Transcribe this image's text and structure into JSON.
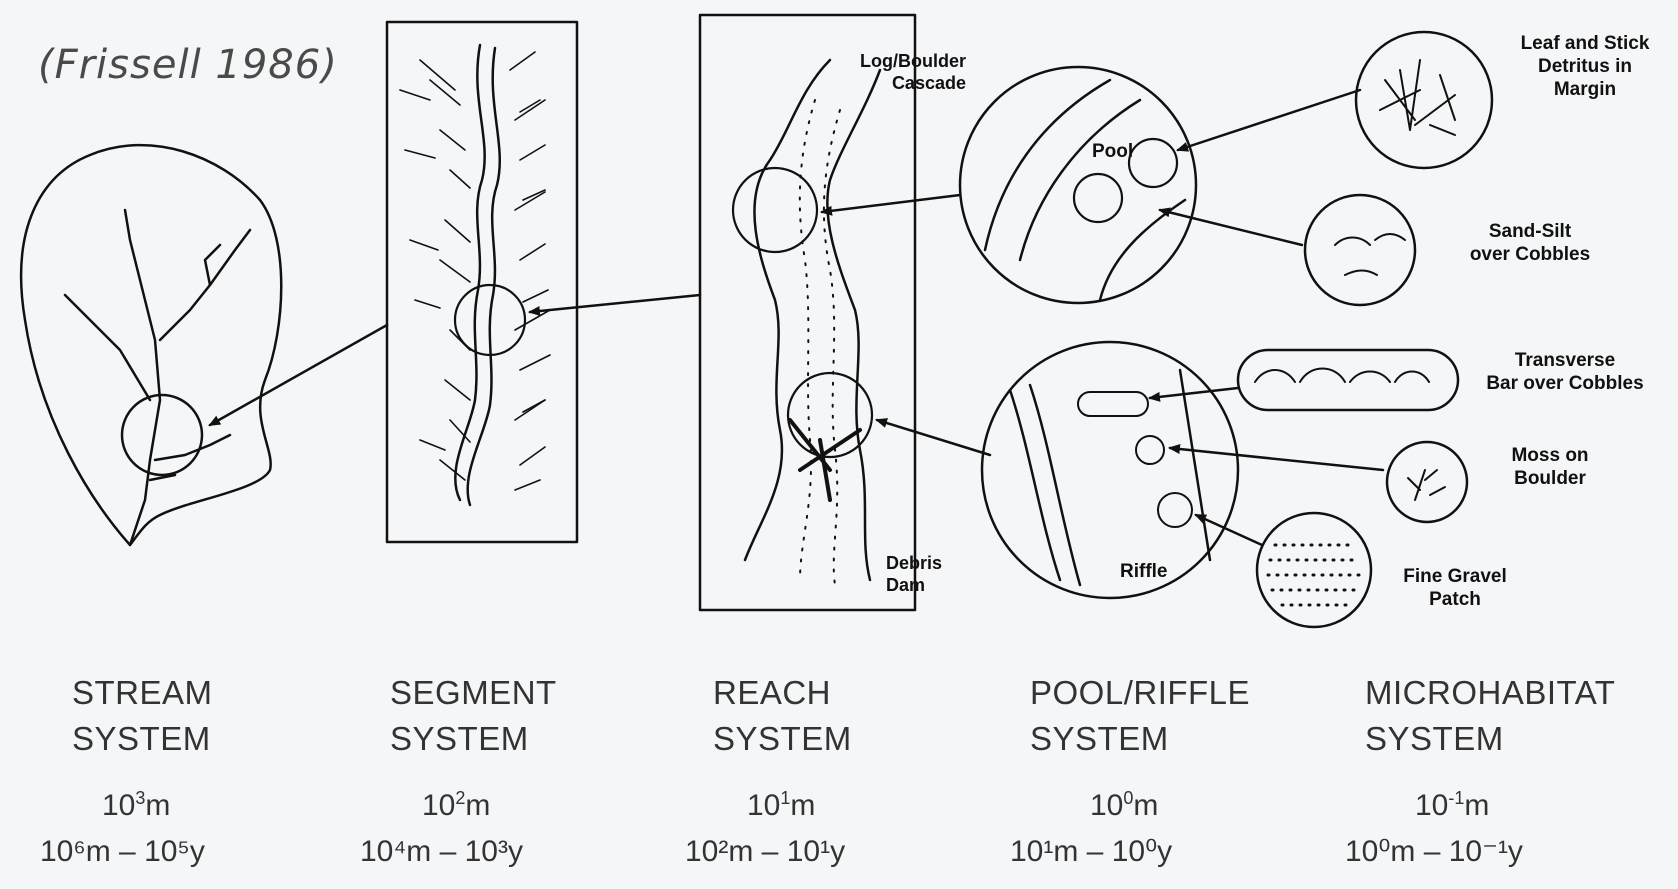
{
  "citation": "(Frissell 1986)",
  "reach_labels": {
    "boulder_cascade": "Log/Boulder\nCascade",
    "debris_dam": "Debris\nDam"
  },
  "pool_riffle_labels": {
    "pool": "Pool",
    "riffle": "Riffle"
  },
  "microhabitats": [
    {
      "label": "Leaf and Stick\nDetritus in\nMargin"
    },
    {
      "label": "Sand-Silt\nover Cobbles"
    },
    {
      "label": "Transverse\nBar over Cobbles"
    },
    {
      "label": "Moss on\nBoulder"
    },
    {
      "label": "Fine Gravel\nPatch"
    }
  ],
  "systems": [
    {
      "line1": "STREAM",
      "line2": "SYSTEM",
      "size_base": "10",
      "size_exp": "3",
      "size_unit": "m",
      "time": "10⁶m – 10⁵y"
    },
    {
      "line1": "SEGMENT",
      "line2": "SYSTEM",
      "size_base": "10",
      "size_exp": "2",
      "size_unit": "m",
      "time": "10⁴m – 10³y"
    },
    {
      "line1": "REACH",
      "line2": "SYSTEM",
      "size_base": "10",
      "size_exp": "1",
      "size_unit": "m",
      "time": "10²m – 10¹y"
    },
    {
      "line1": "POOL/RIFFLE",
      "line2": "SYSTEM",
      "size_base": "10",
      "size_exp": "0",
      "size_unit": "m",
      "time": "10¹m – 10⁰y"
    },
    {
      "line1": "MICROHABITAT",
      "line2": "SYSTEM",
      "size_base": "10",
      "size_exp": "-1",
      "size_unit": "m",
      "time": "10⁰m – 10⁻¹y"
    }
  ],
  "colors": {
    "ink": "#111111",
    "background": "#f5f6f7",
    "caption": "#333333"
  }
}
